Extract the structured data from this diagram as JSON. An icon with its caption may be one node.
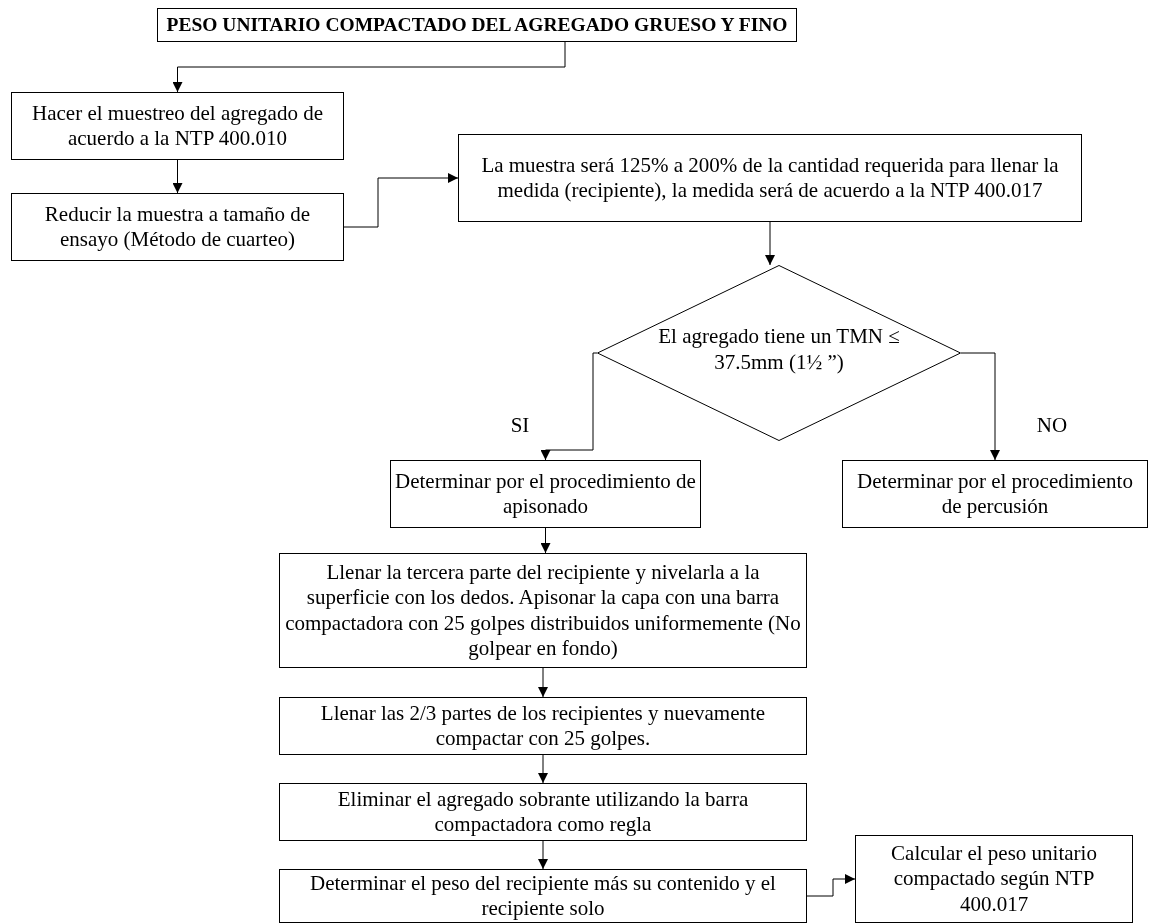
{
  "diagram": {
    "nodes": [
      {
        "text": [
          "PESO UNITARIO COMPACTADO DEL AGREGADO GRUESO Y FINO"
        ]
      },
      {
        "text": [
          "Hacer el muestreo del agregado de acuerdo a la NTP 400.010"
        ]
      },
      {
        "text": [
          "Reducir la muestra a tamaño de ensayo (Método de cuarteo)"
        ]
      },
      {
        "text": [
          "La muestra será 125% a 200% de la cantidad requerida para llenar la medida (recipiente), la medida será de acuerdo a la NTP 400.017"
        ]
      },
      {
        "text": [
          "El agregado tiene un TMN ≤ 37.5mm (1½ ”)"
        ]
      },
      {
        "text": [
          "Determinar por el procedimiento de apisonado"
        ]
      },
      {
        "text": [
          "Determinar por el procedimiento de percusión"
        ]
      },
      {
        "text": [
          "Llenar la tercera parte del recipiente y nivelarla a la superficie con los dedos. Apisonar la capa con una barra compactadora con 25 golpes distribuidos uniformemente (No golpear en fondo)"
        ]
      },
      {
        "text": [
          "Llenar las 2/3 partes de los recipientes y nuevamente compactar con 25 golpes."
        ]
      },
      {
        "text": [
          "Eliminar el agregado sobrante utilizando la barra compactadora como regla"
        ]
      },
      {
        "text": [
          "Determinar el peso del recipiente más su contenido y el recipiente solo"
        ]
      },
      {
        "text": [
          "Calcular el peso unitario compactado según NTP 400.017"
        ]
      }
    ],
    "edges": [
      {
        "from": 0,
        "to": 1,
        "arrow": "to"
      },
      {
        "from": 1,
        "to": 2,
        "arrow": "to"
      },
      {
        "from": 2,
        "to": 3,
        "arrow": "to"
      },
      {
        "from": 3,
        "to": 4,
        "arrow": "to"
      },
      {
        "from": 4,
        "to": 5,
        "arrow": "to",
        "label": "SI"
      },
      {
        "from": 4,
        "to": 6,
        "arrow": "to",
        "label": "NO"
      },
      {
        "from": 5,
        "to": 7,
        "arrow": "to"
      },
      {
        "from": 7,
        "to": 8,
        "arrow": "to"
      },
      {
        "from": 8,
        "to": 9,
        "arrow": "to"
      },
      {
        "from": 9,
        "to": 10,
        "arrow": "to"
      },
      {
        "from": 10,
        "to": 11,
        "arrow": "to"
      }
    ]
  }
}
